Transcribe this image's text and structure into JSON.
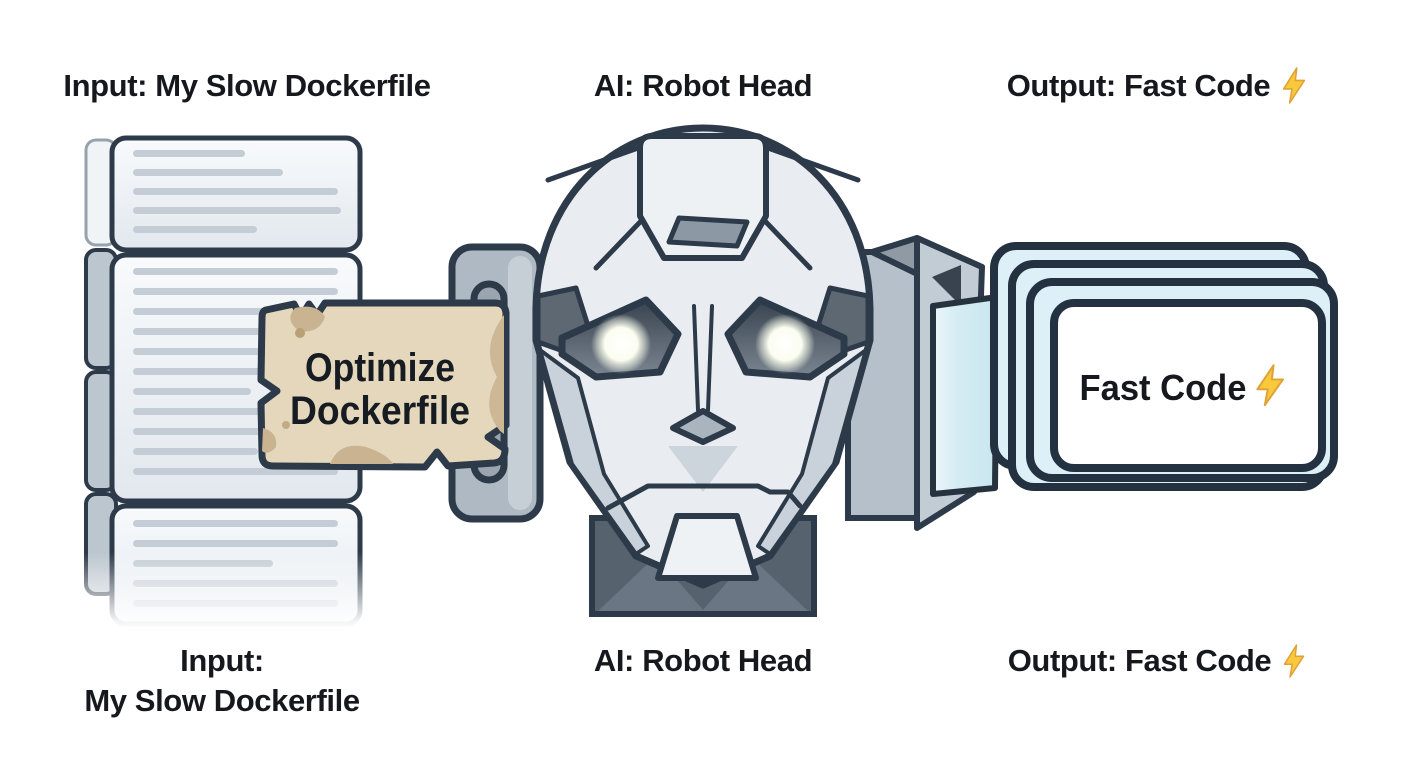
{
  "labels": {
    "top_input": "Input: My Slow Dockerfile",
    "top_ai": "AI: Robot Head",
    "top_output": "Output: Fast Code",
    "bottom_input_line1": "Input:",
    "bottom_input_line2": "My Slow Dockerfile",
    "bottom_ai": "AI: Robot Head",
    "bottom_output": "Output: Fast Code"
  },
  "note": {
    "line1": "Optimize",
    "line2": "Dockerfile"
  },
  "output_card": {
    "label": "Fast Code"
  },
  "icons": {
    "lightning": "lightning-bolt"
  },
  "colors": {
    "background": "#ffffff",
    "outline": "#2d3a49",
    "label_text": "#16181d",
    "robot_face": "#e9edf1",
    "robot_panel": "#c9d2da",
    "neck": "#57626f",
    "paper": "#e4d7bc",
    "paper_patch": "#cab391",
    "card_blue": "#ddeff7",
    "card_white": "#ffffff",
    "lightning_yellow": "#f9c93c",
    "doc_line": "#c4cdd6",
    "bracket_gray": "#aeb9c3"
  }
}
